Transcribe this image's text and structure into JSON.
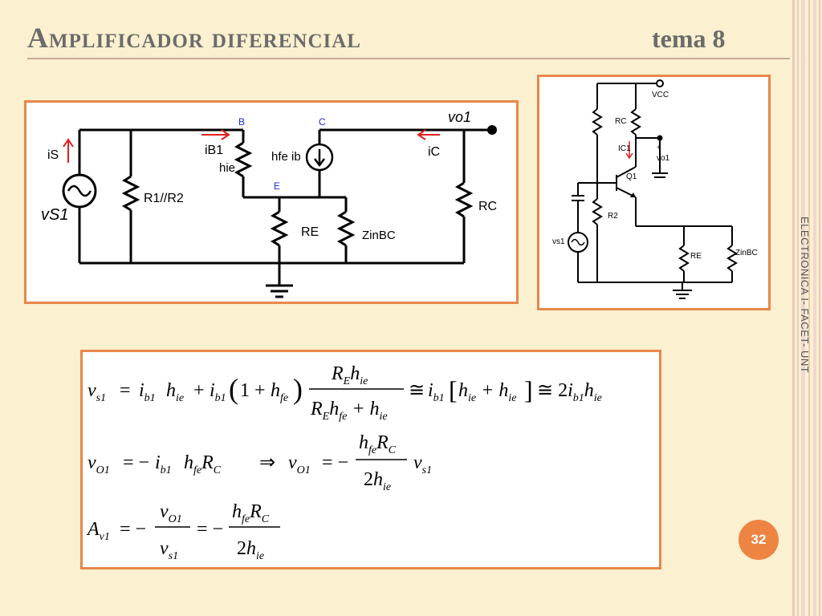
{
  "slide": {
    "title": "Amplificador diferencial",
    "tema": "tema 8",
    "side_label": "ELECTRONICA I- FACET- UNT",
    "page_number": "32"
  },
  "circuit_small": {
    "labels": {
      "is": "iS",
      "vs1": "vS1",
      "r1r2": "R1//R2",
      "ib1": "iB1",
      "hie": "hie",
      "B": "B",
      "C": "C",
      "E": "E",
      "hfe_ib": "hfe ib",
      "RE": "RE",
      "ZinBC": "ZinBC",
      "ic": "iC",
      "vo1": "vo1",
      "RC": "RC"
    }
  },
  "circuit_full": {
    "labels": {
      "vcc": "VCC",
      "rc": "RC",
      "ic1": "IC1",
      "plus": "+",
      "vo1": "vo1",
      "q1": "Q1",
      "r2": "R2",
      "vs1": "vs1",
      "re": "RE",
      "zinbc": "ZinBC"
    }
  },
  "equations": {
    "eq1": "vs1 = ib1 hie + ib1 (1 + hfe) RE hie / (RE hfe + hie) ≅ ib1 [hie + hie] ≅ 2ib1 hie",
    "eq2": "vO1 = − ib1 hfe RC ⇒ vO1 = − hfe RC / 2hie vs1",
    "eq3": "Av1 = − vO1 / vs1 = − hfe RC / 2hie"
  }
}
